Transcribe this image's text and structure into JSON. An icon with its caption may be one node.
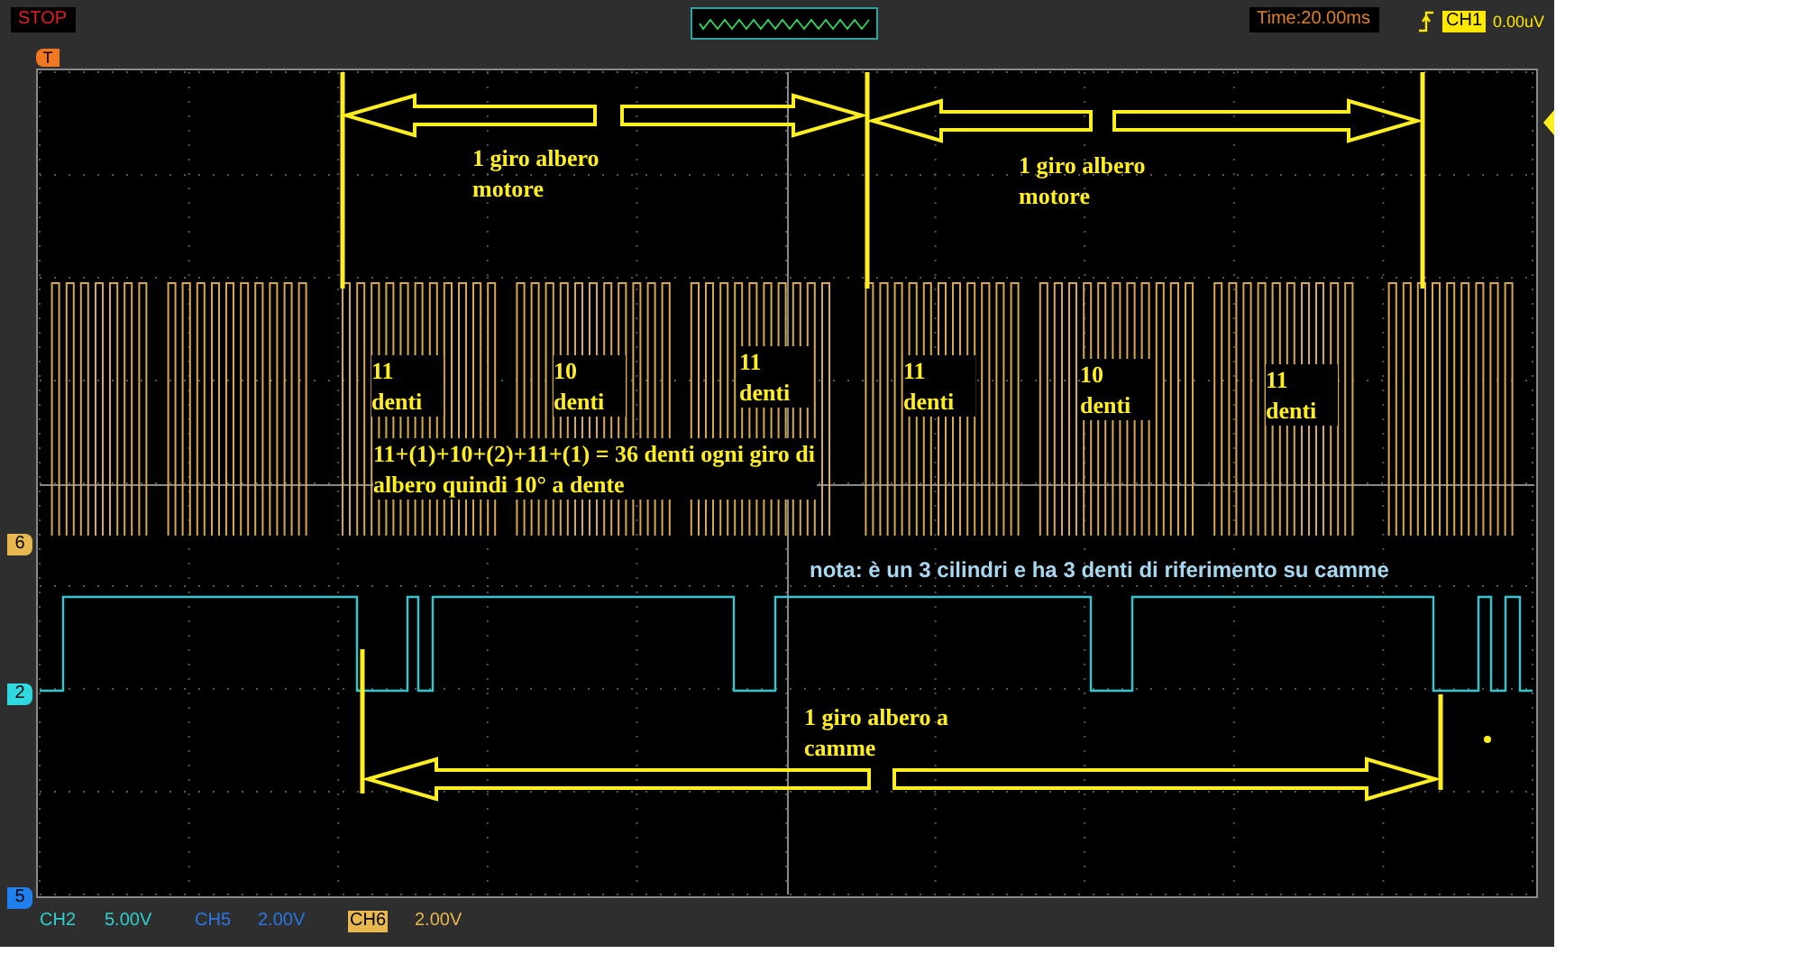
{
  "diagram": {
    "labels": [
      "STOP",
      "Time:20.00ms",
      "CH1",
      "0.00uV",
      "T",
      "6",
      "2",
      "5",
      "CH2",
      "5.00V",
      "CH5",
      "2.00V",
      "CH6",
      "2.00V",
      "1 giro albero motore",
      "1 giro albero motore",
      "11 denti",
      "10 denti",
      "11 denti",
      "11 denti",
      "10 denti",
      "11 denti",
      "11+(1)+10+(2)+11+(1) = 36 denti ogni giro di albero quindi 10° a dente",
      "nota: è un 3 cilindri e ha 3 denti di riferimento su camme",
      "1 giro albero a camme"
    ]
  }
}
